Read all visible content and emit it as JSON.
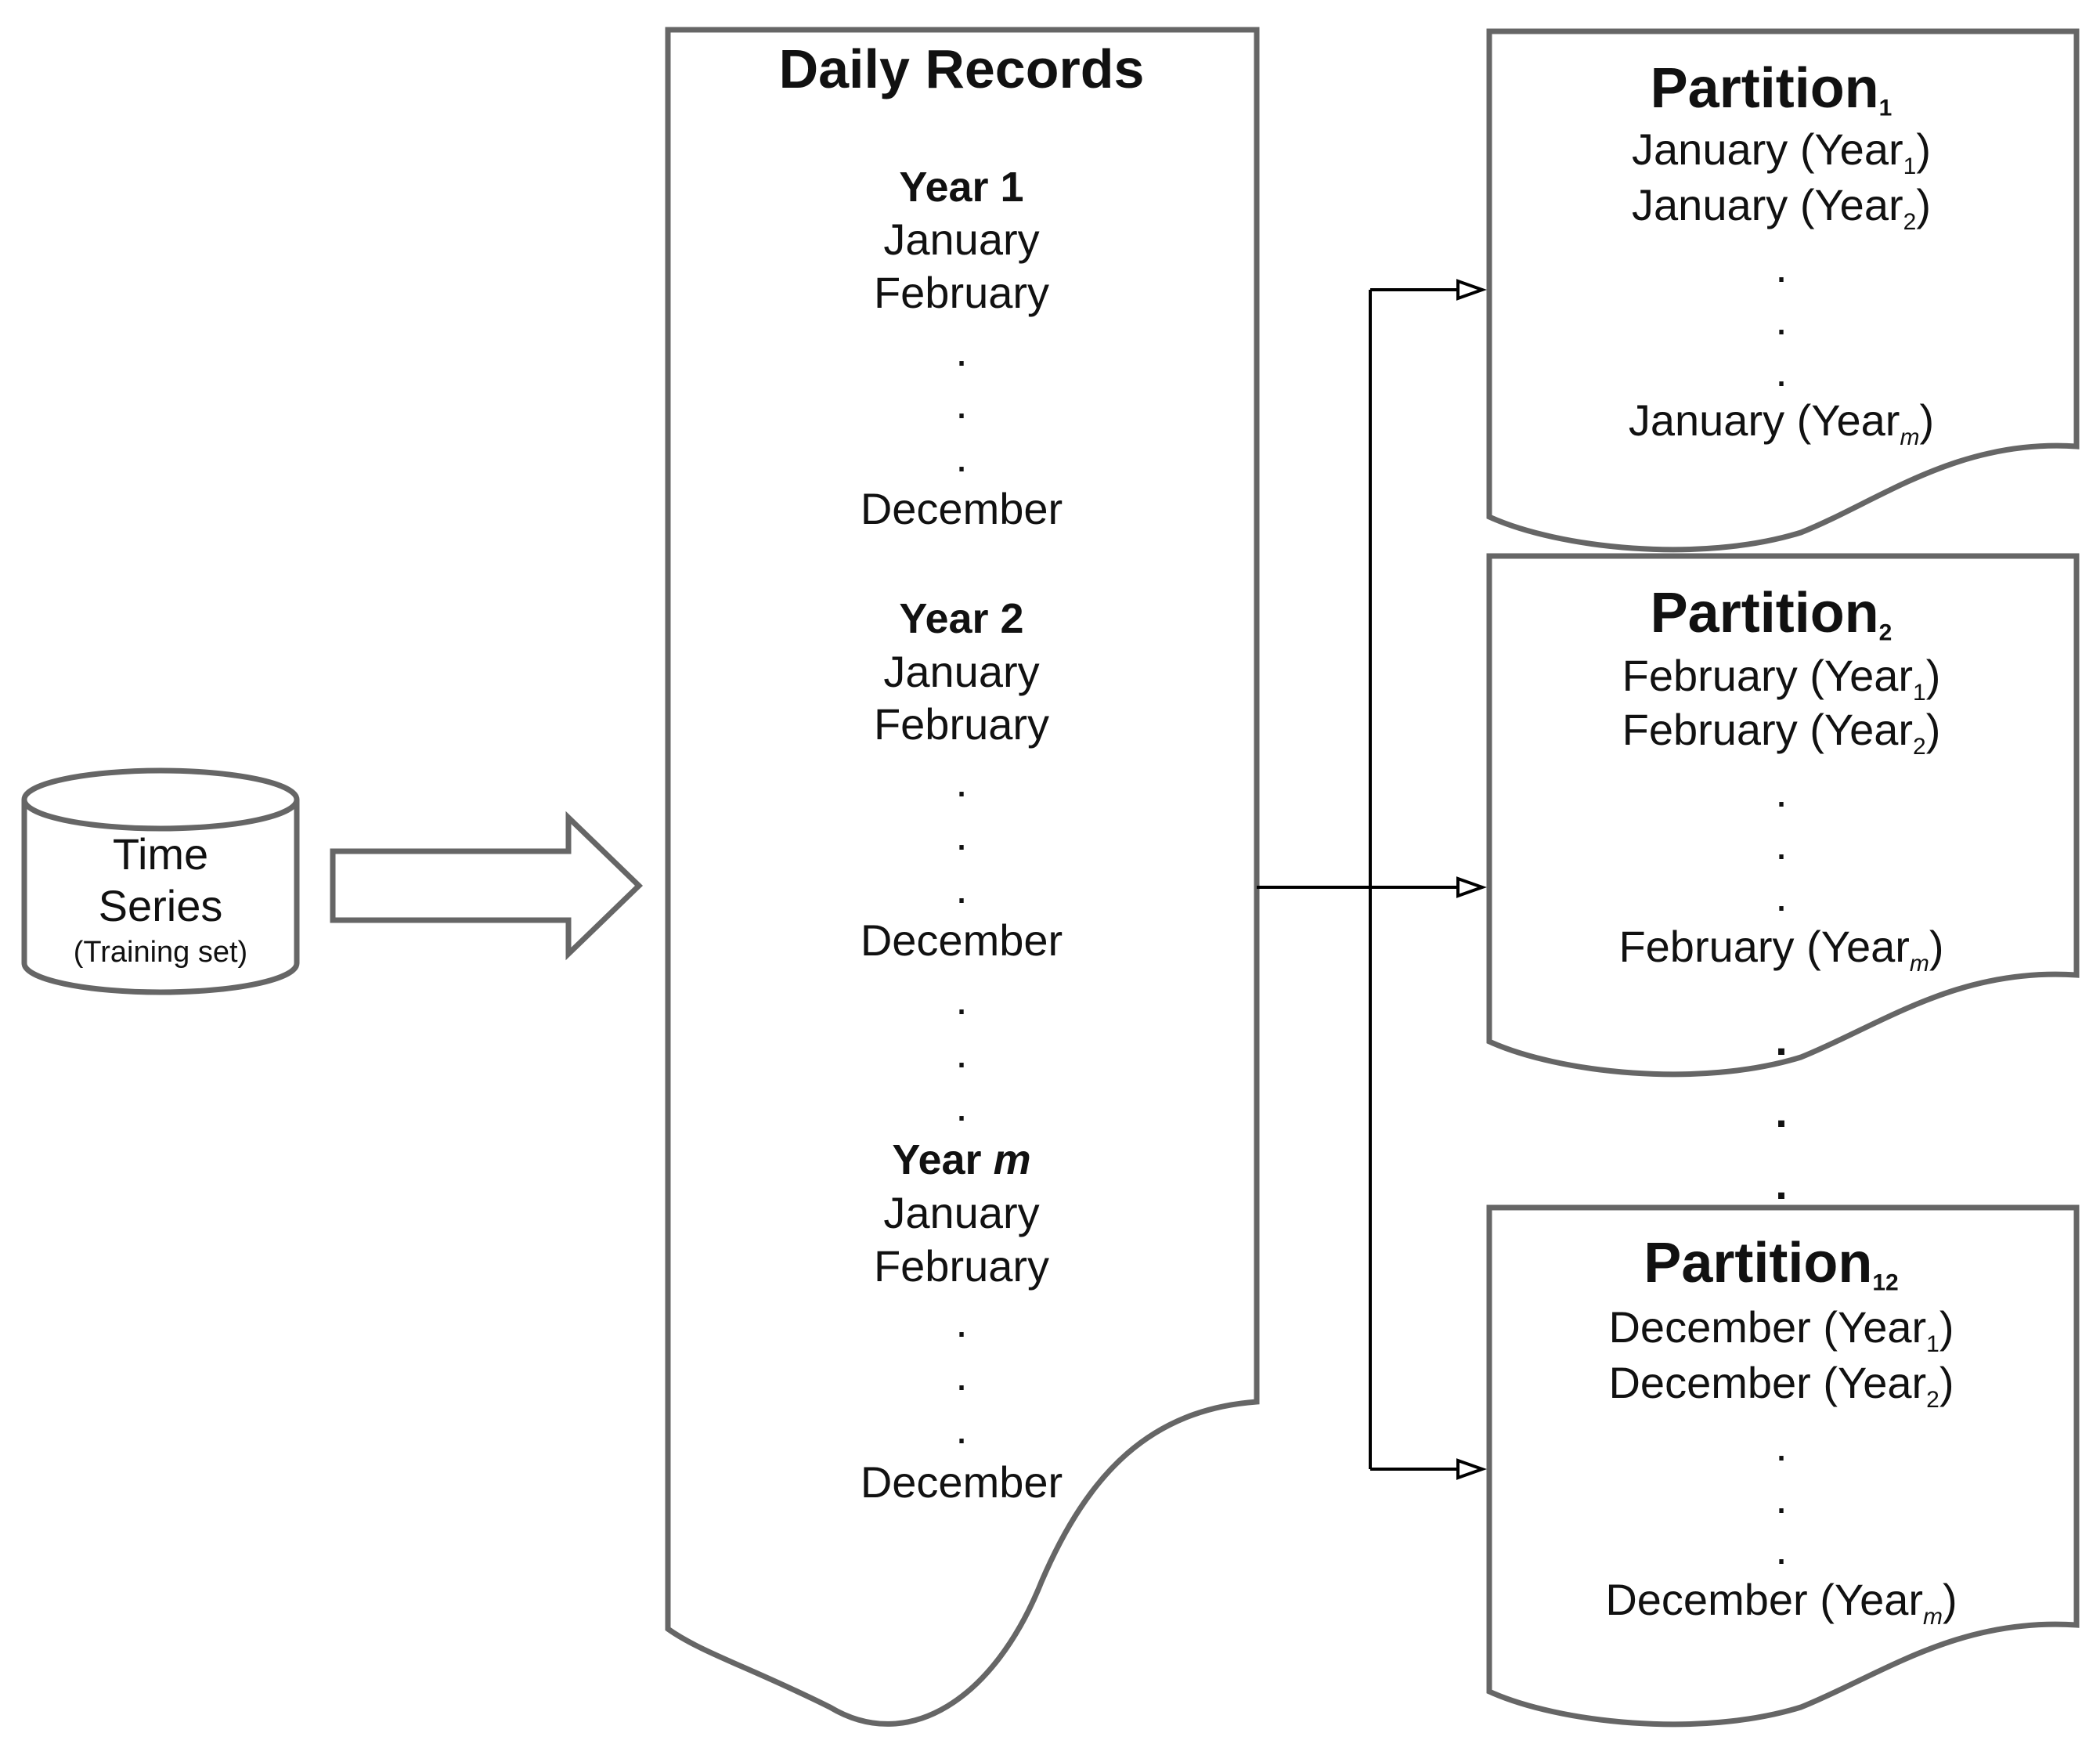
{
  "source": {
    "line1": "Time",
    "line2": "Series",
    "line3": "(Training set)"
  },
  "daily": {
    "title": "Daily Records",
    "year_blocks": [
      {
        "label": "Year 1",
        "m1": "January",
        "m2": "February",
        "last": "December"
      },
      {
        "label": "Year 2",
        "m1": "January",
        "m2": "February",
        "last": "December"
      },
      {
        "label": "Year",
        "italic": "m",
        "m1": "January",
        "m2": "February",
        "last": "December"
      }
    ],
    "dot": "."
  },
  "partitions": [
    {
      "title": "Partition",
      "sub": "1",
      "entries": [
        {
          "text": "January (Year",
          "sub": "1",
          "close": ")"
        },
        {
          "text": "January (Year",
          "sub": "2",
          "close": ")"
        },
        {
          "text": "January (Year",
          "sub": "m",
          "close": ")"
        }
      ]
    },
    {
      "title": "Partition",
      "sub": "2",
      "entries": [
        {
          "text": "February (Year",
          "sub": "1",
          "close": ")"
        },
        {
          "text": "February (Year",
          "sub": "2",
          "close": ")"
        },
        {
          "text": "February (Year",
          "sub": "m",
          "close": ")"
        }
      ]
    },
    {
      "title": "Partition",
      "sub": "12",
      "entries": [
        {
          "text": "December (Year",
          "sub": "1",
          "close": ")"
        },
        {
          "text": "December (Year",
          "sub": "2",
          "close": ")"
        },
        {
          "text": "December (Year",
          "sub": "m",
          "close": ")"
        }
      ]
    }
  ],
  "colors": {
    "stroke": "#666666",
    "line": "#000000",
    "text": "#111111"
  }
}
